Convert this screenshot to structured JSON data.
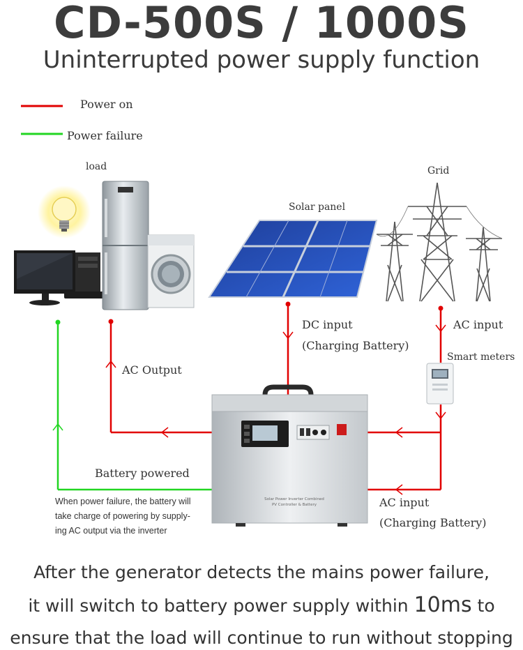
{
  "header": {
    "title": "CD-500S / 1000S",
    "subtitle": "Uninterrupted power supply function"
  },
  "legend": {
    "power_on": "Power on",
    "power_failure": "Power failure",
    "power_on_color": "#e10000",
    "power_failure_color": "#22d622"
  },
  "labels": {
    "load": "load",
    "grid": "Grid",
    "solar_panel": "Solar panel",
    "dc_input": "DC input",
    "dc_input_note": "(Charging Battery)",
    "ac_input_top": "AC input",
    "smart_meters": "Smart meters",
    "ac_output": "AC Output",
    "battery_powered": "Battery powered",
    "ac_input_bottom": "AC input",
    "ac_input_bottom_note": "(Charging Battery)"
  },
  "battery_note": [
    "When power failure, the battery will",
    "take charge of powering by supply-",
    "ing AC output via the inverter"
  ],
  "device": {
    "label_line1": "Solar Power Inverter Combined",
    "label_line2": "PV Controller & Battery"
  },
  "footer": {
    "line1": "After the generator detects the mains power failure,",
    "line2_pre": "it will switch to battery power supply within ",
    "line2_value": "10ms",
    "line2_post": " to",
    "line3": "ensure that the load will continue to run without stopping"
  }
}
